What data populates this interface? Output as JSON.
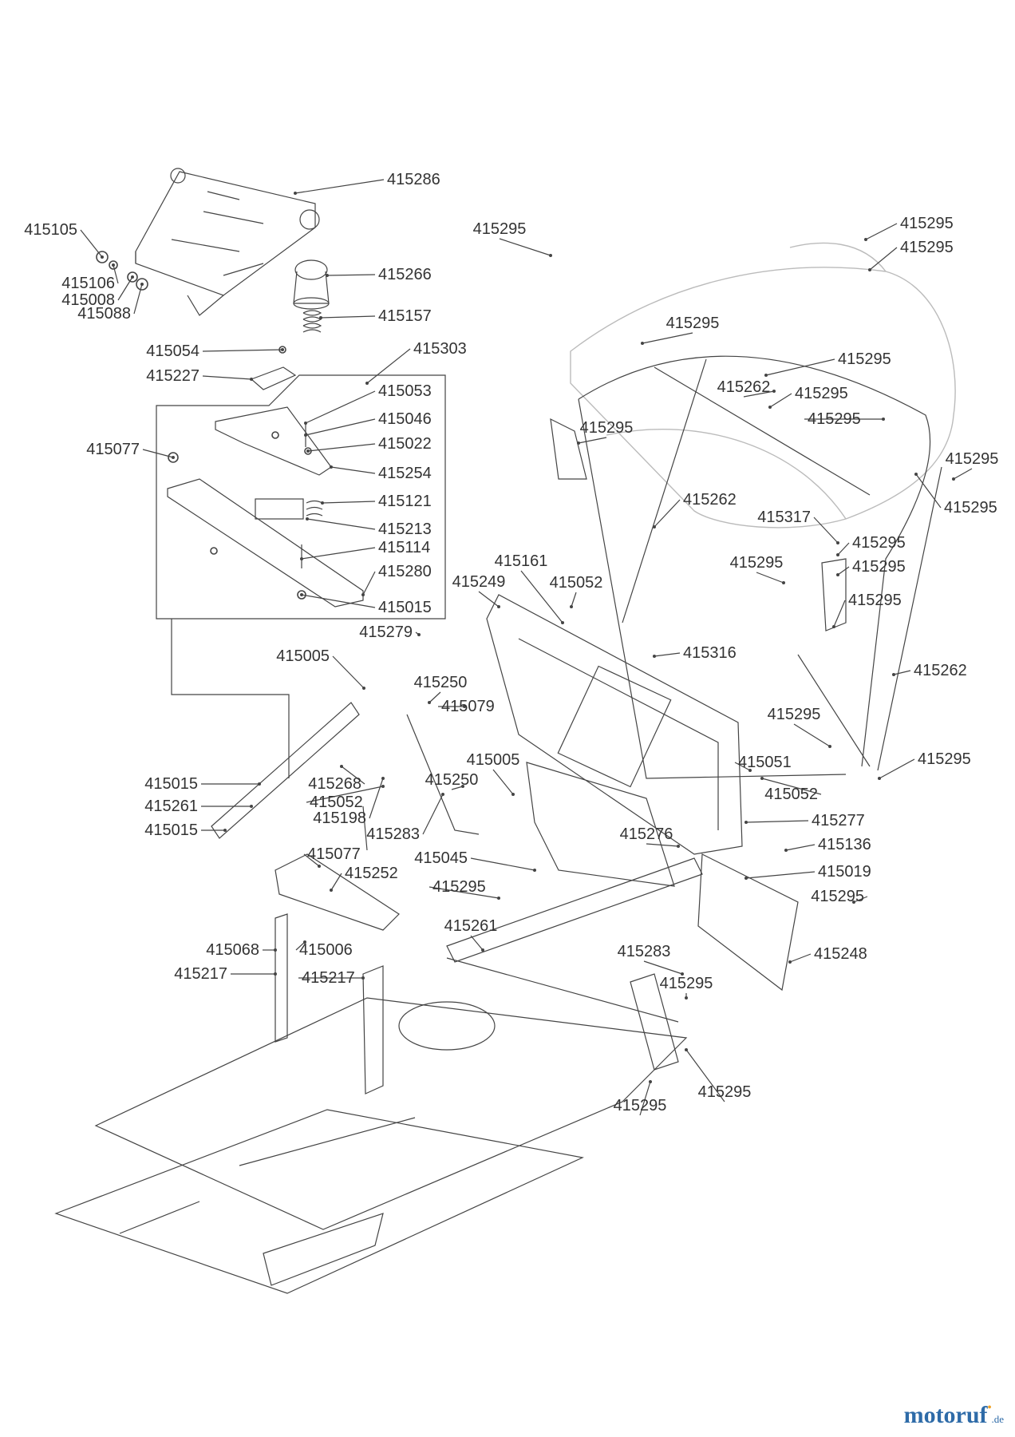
{
  "brand": {
    "name": "motoruf",
    "tld": ".de",
    "color": "#2e6ba8",
    "accent": "#f0a020"
  },
  "labels": [
    {
      "text": "415286",
      "side": "l"
    },
    {
      "text": "415105",
      "side": "r"
    },
    {
      "text": "415106",
      "side": "r"
    },
    {
      "text": "415008",
      "side": "r"
    },
    {
      "text": "415088",
      "side": "r"
    },
    {
      "text": "415266",
      "side": "l"
    },
    {
      "text": "415157",
      "side": "l"
    },
    {
      "text": "415054",
      "side": "r"
    },
    {
      "text": "415227",
      "side": "r"
    },
    {
      "text": "415303",
      "side": "l"
    },
    {
      "text": "415053",
      "side": "l"
    },
    {
      "text": "415046",
      "side": "l"
    },
    {
      "text": "415022",
      "side": "l"
    },
    {
      "text": "415077",
      "side": "r"
    },
    {
      "text": "415254",
      "side": "l"
    },
    {
      "text": "415121",
      "side": "l"
    },
    {
      "text": "415213",
      "side": "l"
    },
    {
      "text": "415114",
      "side": "l"
    },
    {
      "text": "415280",
      "side": "l"
    },
    {
      "text": "415015",
      "side": "l"
    },
    {
      "text": "415295",
      "side": "c"
    },
    {
      "text": "415295",
      "side": "l"
    },
    {
      "text": "415295",
      "side": "l"
    },
    {
      "text": "415295",
      "side": "c"
    },
    {
      "text": "415295",
      "side": "l"
    },
    {
      "text": "415262",
      "side": "c"
    },
    {
      "text": "415295",
      "side": "l"
    },
    {
      "text": "415295",
      "side": "c"
    },
    {
      "text": "415295",
      "side": "l"
    },
    {
      "text": "415295",
      "side": "c"
    },
    {
      "text": "415262",
      "side": "l"
    },
    {
      "text": "415295",
      "side": "l"
    },
    {
      "text": "415317",
      "side": "r"
    },
    {
      "text": "415295",
      "side": "l"
    },
    {
      "text": "415295",
      "side": "c"
    },
    {
      "text": "415295",
      "side": "l"
    },
    {
      "text": "415295",
      "side": "l"
    },
    {
      "text": "415161",
      "side": "c"
    },
    {
      "text": "415249",
      "side": "c"
    },
    {
      "text": "415052",
      "side": "c"
    },
    {
      "text": "415279",
      "side": "r"
    },
    {
      "text": "415005",
      "side": "r"
    },
    {
      "text": "415250",
      "side": "c"
    },
    {
      "text": "415079",
      "side": "l"
    },
    {
      "text": "415316",
      "side": "l"
    },
    {
      "text": "415262",
      "side": "l"
    },
    {
      "text": "415295",
      "side": "c"
    },
    {
      "text": "415051",
      "side": "l"
    },
    {
      "text": "415295",
      "side": "l"
    },
    {
      "text": "415015",
      "side": "r"
    },
    {
      "text": "415268",
      "side": "r"
    },
    {
      "text": "415005",
      "side": "c"
    },
    {
      "text": "415250",
      "side": "c"
    },
    {
      "text": "415052",
      "side": "l"
    },
    {
      "text": "415052",
      "side": "r"
    },
    {
      "text": "415261",
      "side": "r"
    },
    {
      "text": "415198",
      "side": "r"
    },
    {
      "text": "415283",
      "side": "r"
    },
    {
      "text": "415277",
      "side": "l"
    },
    {
      "text": "415015",
      "side": "r"
    },
    {
      "text": "415276",
      "side": "c"
    },
    {
      "text": "415136",
      "side": "l"
    },
    {
      "text": "415077",
      "side": "l"
    },
    {
      "text": "415045",
      "side": "r"
    },
    {
      "text": "415252",
      "side": "l"
    },
    {
      "text": "415019",
      "side": "l"
    },
    {
      "text": "415295",
      "side": "r"
    },
    {
      "text": "415295",
      "side": "l"
    },
    {
      "text": "415261",
      "side": "c"
    },
    {
      "text": "415068",
      "side": "r"
    },
    {
      "text": "415006",
      "side": "l"
    },
    {
      "text": "415283",
      "side": "c"
    },
    {
      "text": "415248",
      "side": "l"
    },
    {
      "text": "415217",
      "side": "r"
    },
    {
      "text": "415217",
      "side": "l"
    },
    {
      "text": "415295",
      "side": "c"
    },
    {
      "text": "415295",
      "side": "c"
    },
    {
      "text": "415295",
      "side": "c"
    }
  ]
}
